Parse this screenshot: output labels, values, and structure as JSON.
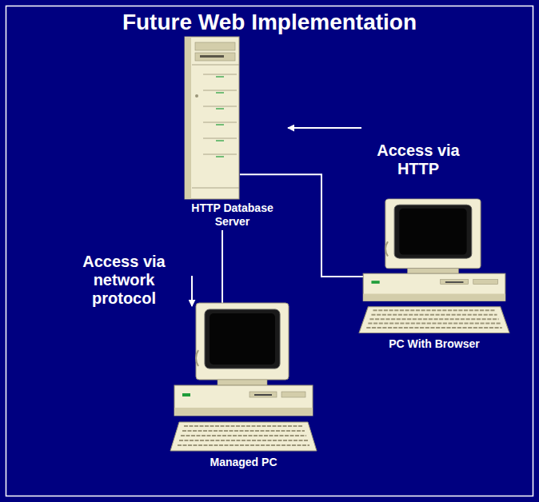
{
  "diagram": {
    "title": "Future Web Implementation",
    "nodes": [
      {
        "text": [
          "HTTP Database Server"
        ]
      },
      {
        "text": [
          "PC With Browser"
        ]
      },
      {
        "text": [
          "Managed PC"
        ]
      }
    ],
    "edges": [
      {
        "from": 0,
        "to": 1,
        "arrow": "none"
      },
      {
        "from": 0,
        "to": 2,
        "arrow": "none"
      }
    ],
    "labels": [
      "Access via HTTP",
      "Access via network protocol"
    ]
  }
}
